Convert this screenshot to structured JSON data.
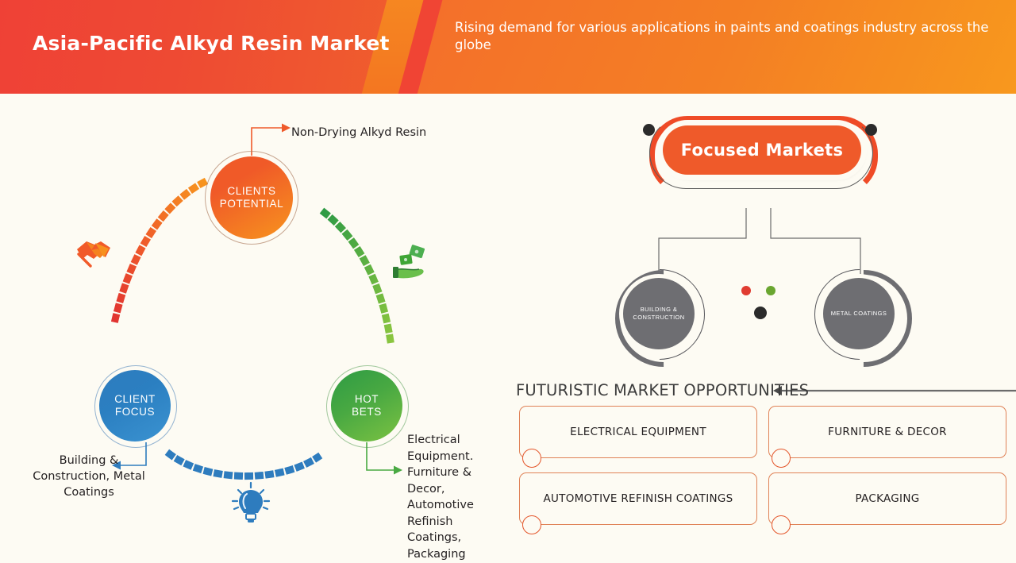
{
  "header": {
    "title": "Asia-Pacific Alkyd Resin Market",
    "subtitle": "Rising demand for various applications in paints and coatings industry across the globe",
    "accent_red": "#ef4136",
    "accent_orange": "#f7941e"
  },
  "left_diagram": {
    "bubbles": [
      {
        "id": "clients-potential",
        "label": "CLIENTS\nPOTENTIAL",
        "line1": "CLIENTS",
        "line2": "POTENTIAL",
        "color": "#f15a29"
      },
      {
        "id": "client-focus",
        "label": "CLIENT\nFOCUS",
        "line1": "CLIENT",
        "line2": "FOCUS",
        "color": "#2e7cbe"
      },
      {
        "id": "hot-bets",
        "label": "HOT\nBETS",
        "line1": "HOT",
        "line2": "BETS",
        "color": "#49a942"
      }
    ],
    "callouts": {
      "clients_potential": "Non-Drying Alkyd Resin",
      "client_focus": "Building & Construction, Metal Coatings",
      "hot_bets": "Electrical Equipment. Furniture & Decor, Automotive Refinish Coatings, Packaging"
    },
    "icons": [
      {
        "name": "handshake-icon",
        "color": "#f15a29"
      },
      {
        "name": "money-in-hand-icon",
        "color": "#3fa535"
      },
      {
        "name": "lightbulb-icon",
        "color": "#2e7cbe"
      }
    ]
  },
  "focused_markets": {
    "title": "Focused Markets",
    "pill_color": "#ef5a2a",
    "pin_red": "#e03c31",
    "pin_green": "#6aa630",
    "markets": [
      {
        "line1": "BUILDING &",
        "line2": "CONSTRUCTION"
      },
      {
        "line1": "METAL COATINGS",
        "line2": ""
      }
    ]
  },
  "opportunities": {
    "title": "FUTURISTIC MARKET OPPORTUNITIES",
    "border_color": "#e08257",
    "items": [
      "ELECTRICAL EQUIPMENT",
      "FURNITURE & DECOR",
      "AUTOMOTIVE REFINISH COATINGS",
      "PACKAGING"
    ]
  }
}
